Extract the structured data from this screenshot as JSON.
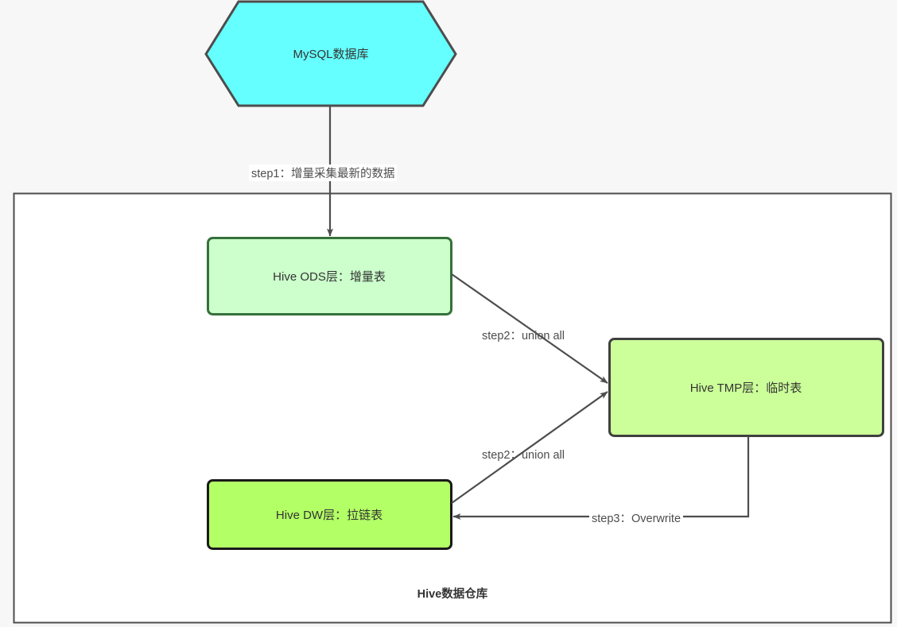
{
  "diagram": {
    "background_color": "#f7f7f7",
    "nodes": [
      {
        "id": "mysql",
        "shape": "hexagon",
        "label": "MySQL数据库",
        "fill": "#66ffff",
        "stroke": "#4d4d4d"
      },
      {
        "id": "ods",
        "shape": "rounded-rect",
        "label": "Hive ODS层：增量表",
        "fill": "#ccffcc",
        "stroke": "#36703b"
      },
      {
        "id": "tmp",
        "shape": "rounded-rect",
        "label": "Hive TMP层：临时表",
        "fill": "#ccff99",
        "stroke": "#404040"
      },
      {
        "id": "dw",
        "shape": "rounded-rect",
        "label": "Hive DW层：拉链表",
        "fill": "#b3ff66",
        "stroke": "#1a1a1a"
      }
    ],
    "container": {
      "id": "hive-warehouse",
      "title": "Hive数据仓库",
      "fill": "#ffffff",
      "stroke": "#4d4d4d"
    },
    "edges": [
      {
        "id": "mysql-to-ods",
        "from": "mysql",
        "to": "ods",
        "label": "step1：增量采集最新的数据"
      },
      {
        "id": "ods-to-tmp",
        "from": "ods",
        "to": "tmp",
        "label": "step2：union all"
      },
      {
        "id": "dw-to-tmp",
        "from": "dw",
        "to": "tmp",
        "label": "step2：union all"
      },
      {
        "id": "tmp-to-dw",
        "from": "tmp",
        "to": "dw",
        "label": "step3：Overwrite"
      }
    ]
  }
}
